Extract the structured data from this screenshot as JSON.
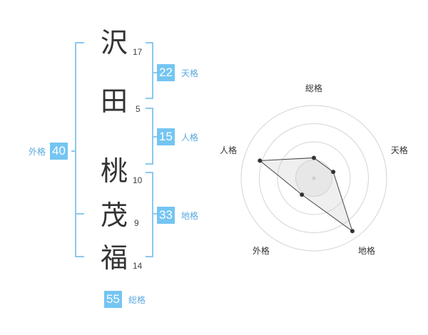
{
  "name": {
    "chars": [
      {
        "char": "沢",
        "strokes": "17"
      },
      {
        "char": "田",
        "strokes": "5"
      },
      {
        "char": "桃",
        "strokes": "10"
      },
      {
        "char": "茂",
        "strokes": "9"
      },
      {
        "char": "福",
        "strokes": "14"
      }
    ]
  },
  "fortune": {
    "tenkaku": {
      "value": "22",
      "label": "天格"
    },
    "jinkaku": {
      "value": "15",
      "label": "人格"
    },
    "chikaku": {
      "value": "33",
      "label": "地格"
    },
    "gaikaku": {
      "value": "40",
      "label": "外格"
    },
    "soukaku": {
      "value": "55",
      "label": "総格"
    }
  },
  "colors": {
    "accent": "#74c5f2",
    "bracket": "#8cc8ee",
    "text": "#333333",
    "label": "#5aa9e0"
  },
  "chart_data": {
    "type": "radar",
    "axes": [
      "総格",
      "天格",
      "地格",
      "外格",
      "人格"
    ],
    "values": [
      0.28,
      0.28,
      0.9,
      0.28,
      0.78
    ],
    "rings": 4,
    "range": [
      0,
      1
    ]
  }
}
